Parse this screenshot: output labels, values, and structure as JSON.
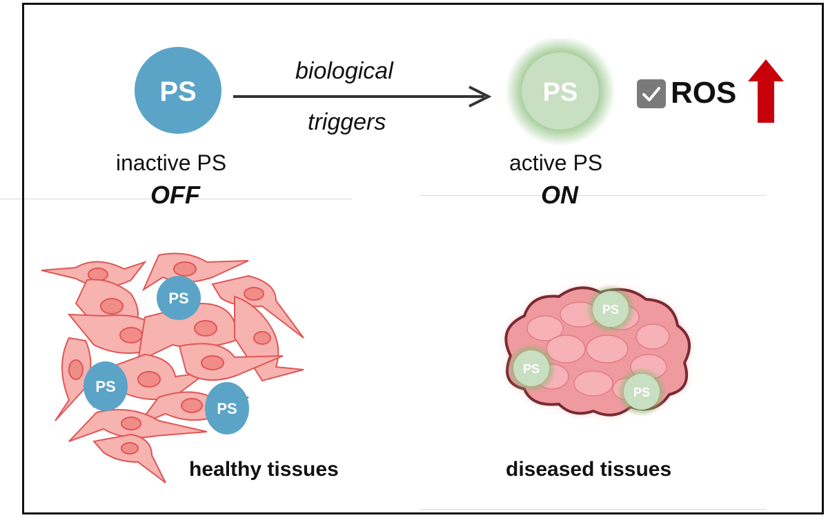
{
  "top": {
    "inactive": {
      "circle_text": "PS",
      "caption": "inactive PS",
      "state": "OFF",
      "color": "#5ba4c7"
    },
    "arrow": {
      "line1": "biological",
      "line2": "triggers"
    },
    "active": {
      "circle_text": "PS",
      "caption": "active PS",
      "state": "ON",
      "color": "#c8dfc2",
      "glow": "#7fb86f"
    },
    "ros": {
      "label": "ROS",
      "check_icon": "checkbox-checked-icon",
      "arrow_icon": "up-arrow-icon",
      "arrow_color": "#c8000a"
    }
  },
  "bottom": {
    "healthy": {
      "caption": "healthy tissues",
      "cell_color": "#f6a9a6",
      "cell_stroke": "#e05555",
      "ps_labels": [
        "PS",
        "PS",
        "PS"
      ]
    },
    "diseased": {
      "caption": "diseased tissues",
      "tumor_fill": "#ef9a9f",
      "tumor_stroke": "#7a2a32",
      "ps_labels": [
        "PS",
        "PS",
        "PS"
      ]
    }
  }
}
